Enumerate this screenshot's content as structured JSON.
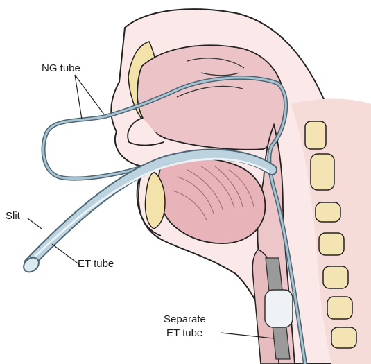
{
  "labels": {
    "ng_tube": "NG tube",
    "slit": "Slit",
    "et_tube": "ET tube",
    "separate_line1": "Separate",
    "separate_line2": "ET tube"
  },
  "colors": {
    "tube": "#a9c3d2",
    "tube_outline": "#4d6673",
    "skin": "#fbe6e6",
    "mucosa": "#ecc0c4",
    "bone": "#f3e0a9",
    "outline": "#222222",
    "grey_tube": "#9a9a9a"
  }
}
